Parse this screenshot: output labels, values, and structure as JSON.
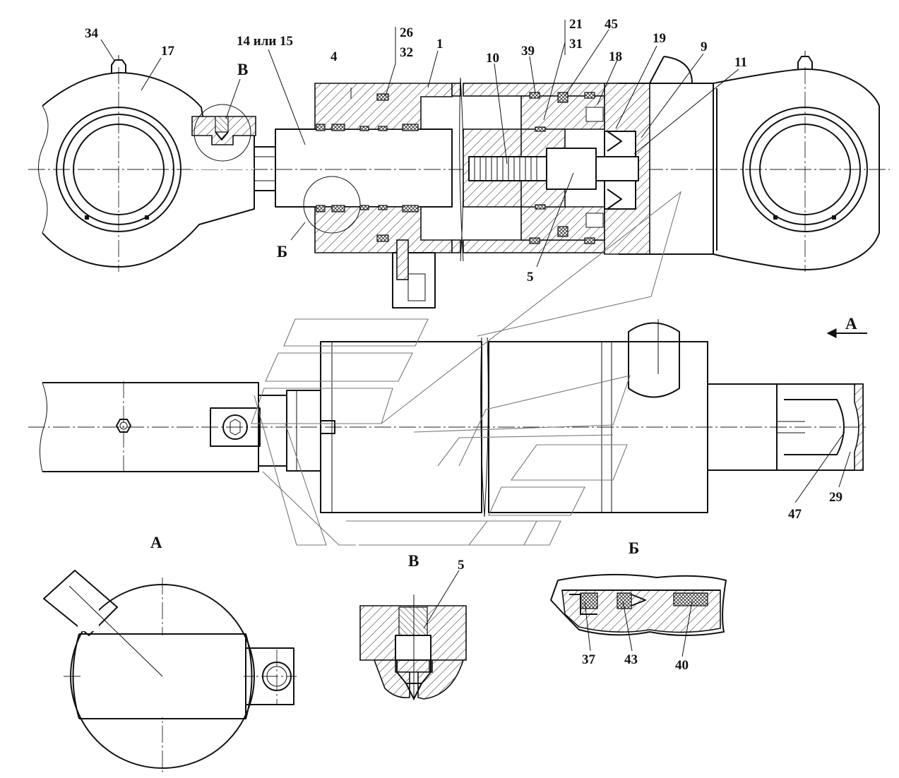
{
  "labels": {
    "p34": "34",
    "p17": "17",
    "p14": "14 или 15",
    "pV": "В",
    "p4": "4",
    "p26": "26",
    "p32": "32",
    "p1": "1",
    "p10": "10",
    "p39": "39",
    "p21": "21",
    "p31": "31",
    "p45": "45",
    "p18": "18",
    "p19": "19",
    "p9": "9",
    "p11": "11",
    "pB": "Б",
    "p5": "5",
    "p47": "47",
    "p29": "29",
    "p5v": "5",
    "p37": "37",
    "p43": "43",
    "p40": "40"
  },
  "views": {
    "arrow_a": "А",
    "view_a": "А",
    "view_v": "В",
    "view_b": "Б"
  }
}
